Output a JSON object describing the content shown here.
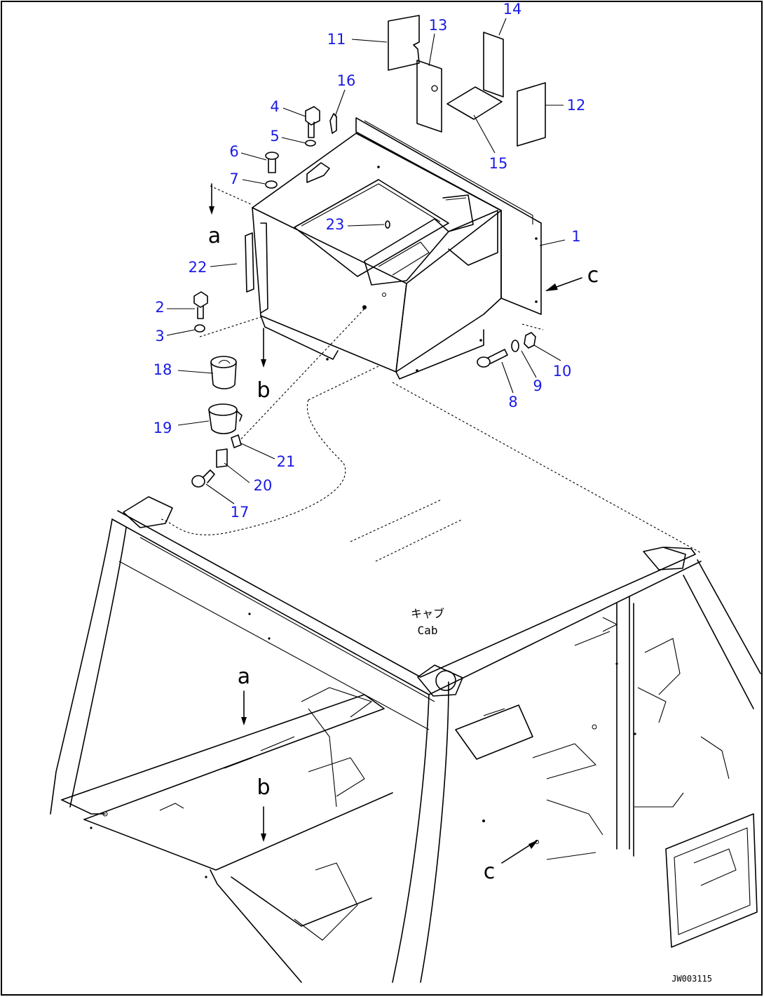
{
  "callouts": {
    "c1": "1",
    "c2": "2",
    "c3": "3",
    "c4": "4",
    "c5": "5",
    "c6": "6",
    "c7": "7",
    "c8": "8",
    "c9": "9",
    "c10": "10",
    "c11": "11",
    "c12": "12",
    "c13": "13",
    "c14": "14",
    "c15": "15",
    "c16": "16",
    "c17": "17",
    "c18": "18",
    "c19": "19",
    "c20": "20",
    "c21": "21",
    "c22": "22",
    "c23": "23"
  },
  "view_refs": {
    "a_top": "a",
    "b_top": "b",
    "c_top": "c",
    "a_cab": "a",
    "b_cab": "b",
    "c_cab": "c"
  },
  "cab_label": {
    "jp": "キャブ",
    "en": "Cab"
  },
  "drawing_code": "JW003115",
  "colors": {
    "callout": "#1a1ae6",
    "line": "#000000"
  }
}
